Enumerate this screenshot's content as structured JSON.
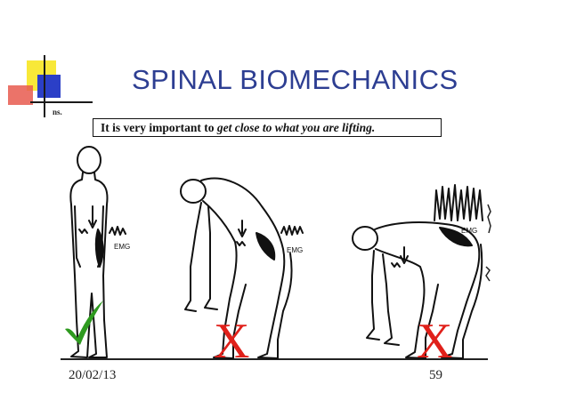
{
  "slide": {
    "title": "SPINAL BIOMECHANICS",
    "stray_mark": "ns.",
    "caption": {
      "prefix": "It is very important to ",
      "emphasis": "get close to what you are lifting."
    },
    "figure": {
      "emg_label": "EMG",
      "postures": [
        {
          "id": "upright",
          "verdict": "correct"
        },
        {
          "id": "bent-forward",
          "verdict": "incorrect"
        },
        {
          "id": "fully-flexed",
          "verdict": "incorrect"
        }
      ]
    },
    "marks": {
      "check": "✓",
      "x1": "X",
      "x2": "X"
    },
    "footer": {
      "date": "20/02/13",
      "page": "59"
    },
    "colors": {
      "title": "#2d3e92",
      "mark_red": "#e0201a",
      "mark_green": "#2e9a1f",
      "accent_yellow": "#f8e838",
      "accent_blue": "#2b3fc7",
      "accent_red": "#e85a4f"
    }
  }
}
